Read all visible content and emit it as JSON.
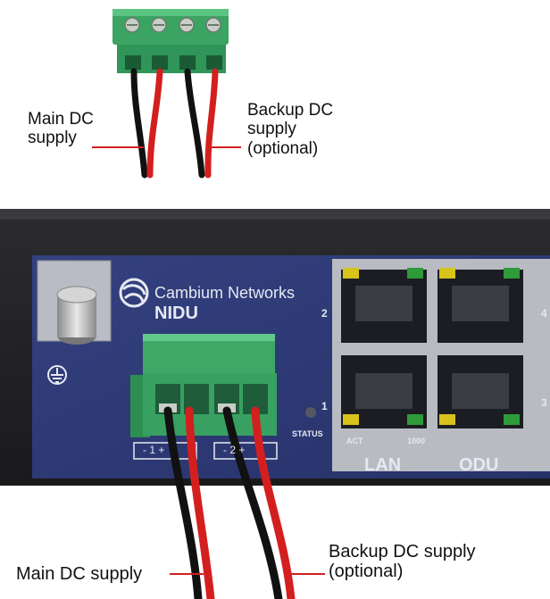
{
  "top_photo": {
    "main_label": [
      "Main DC",
      "supply"
    ],
    "backup_label": [
      "Backup DC",
      "supply",
      "(optional)"
    ]
  },
  "bottom_photo": {
    "brand": "Cambium Networks",
    "model": "NIDU",
    "port_numbers": [
      "1",
      "2",
      "3",
      "4"
    ],
    "status_label": "STATUS",
    "act_label": "ACT",
    "speed_label": "1000",
    "lan_label": "LAN",
    "odu_label": "ODU",
    "terminal_markings": [
      "- 1 +",
      "- 2 +"
    ],
    "main_label": "Main DC supply",
    "backup_label": [
      "Backup DC supply",
      "(optional)"
    ]
  },
  "colors": {
    "panel": "#2e3a78",
    "connector": "#3da866",
    "wire_red": "#d41f1f",
    "wire_black": "#111111",
    "leader": "#d32020"
  }
}
